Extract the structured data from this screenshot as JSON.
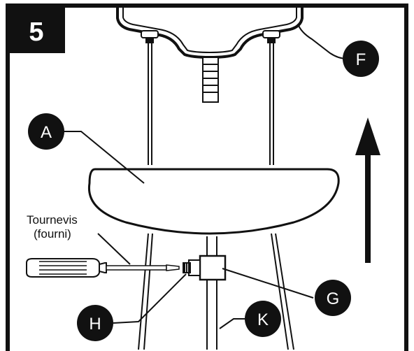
{
  "step": {
    "number": "5"
  },
  "callouts": {
    "a": "A",
    "f": "F",
    "g": "G",
    "h": "H",
    "k": "K"
  },
  "labels": {
    "screwdriver_line1": "Tournevis",
    "screwdriver_line2": "(fourni)"
  },
  "colors": {
    "ink": "#111111",
    "background": "#ffffff",
    "callout_fill": "#111111",
    "callout_text": "#ffffff"
  },
  "icons": {
    "direction": "arrow-up-icon"
  }
}
